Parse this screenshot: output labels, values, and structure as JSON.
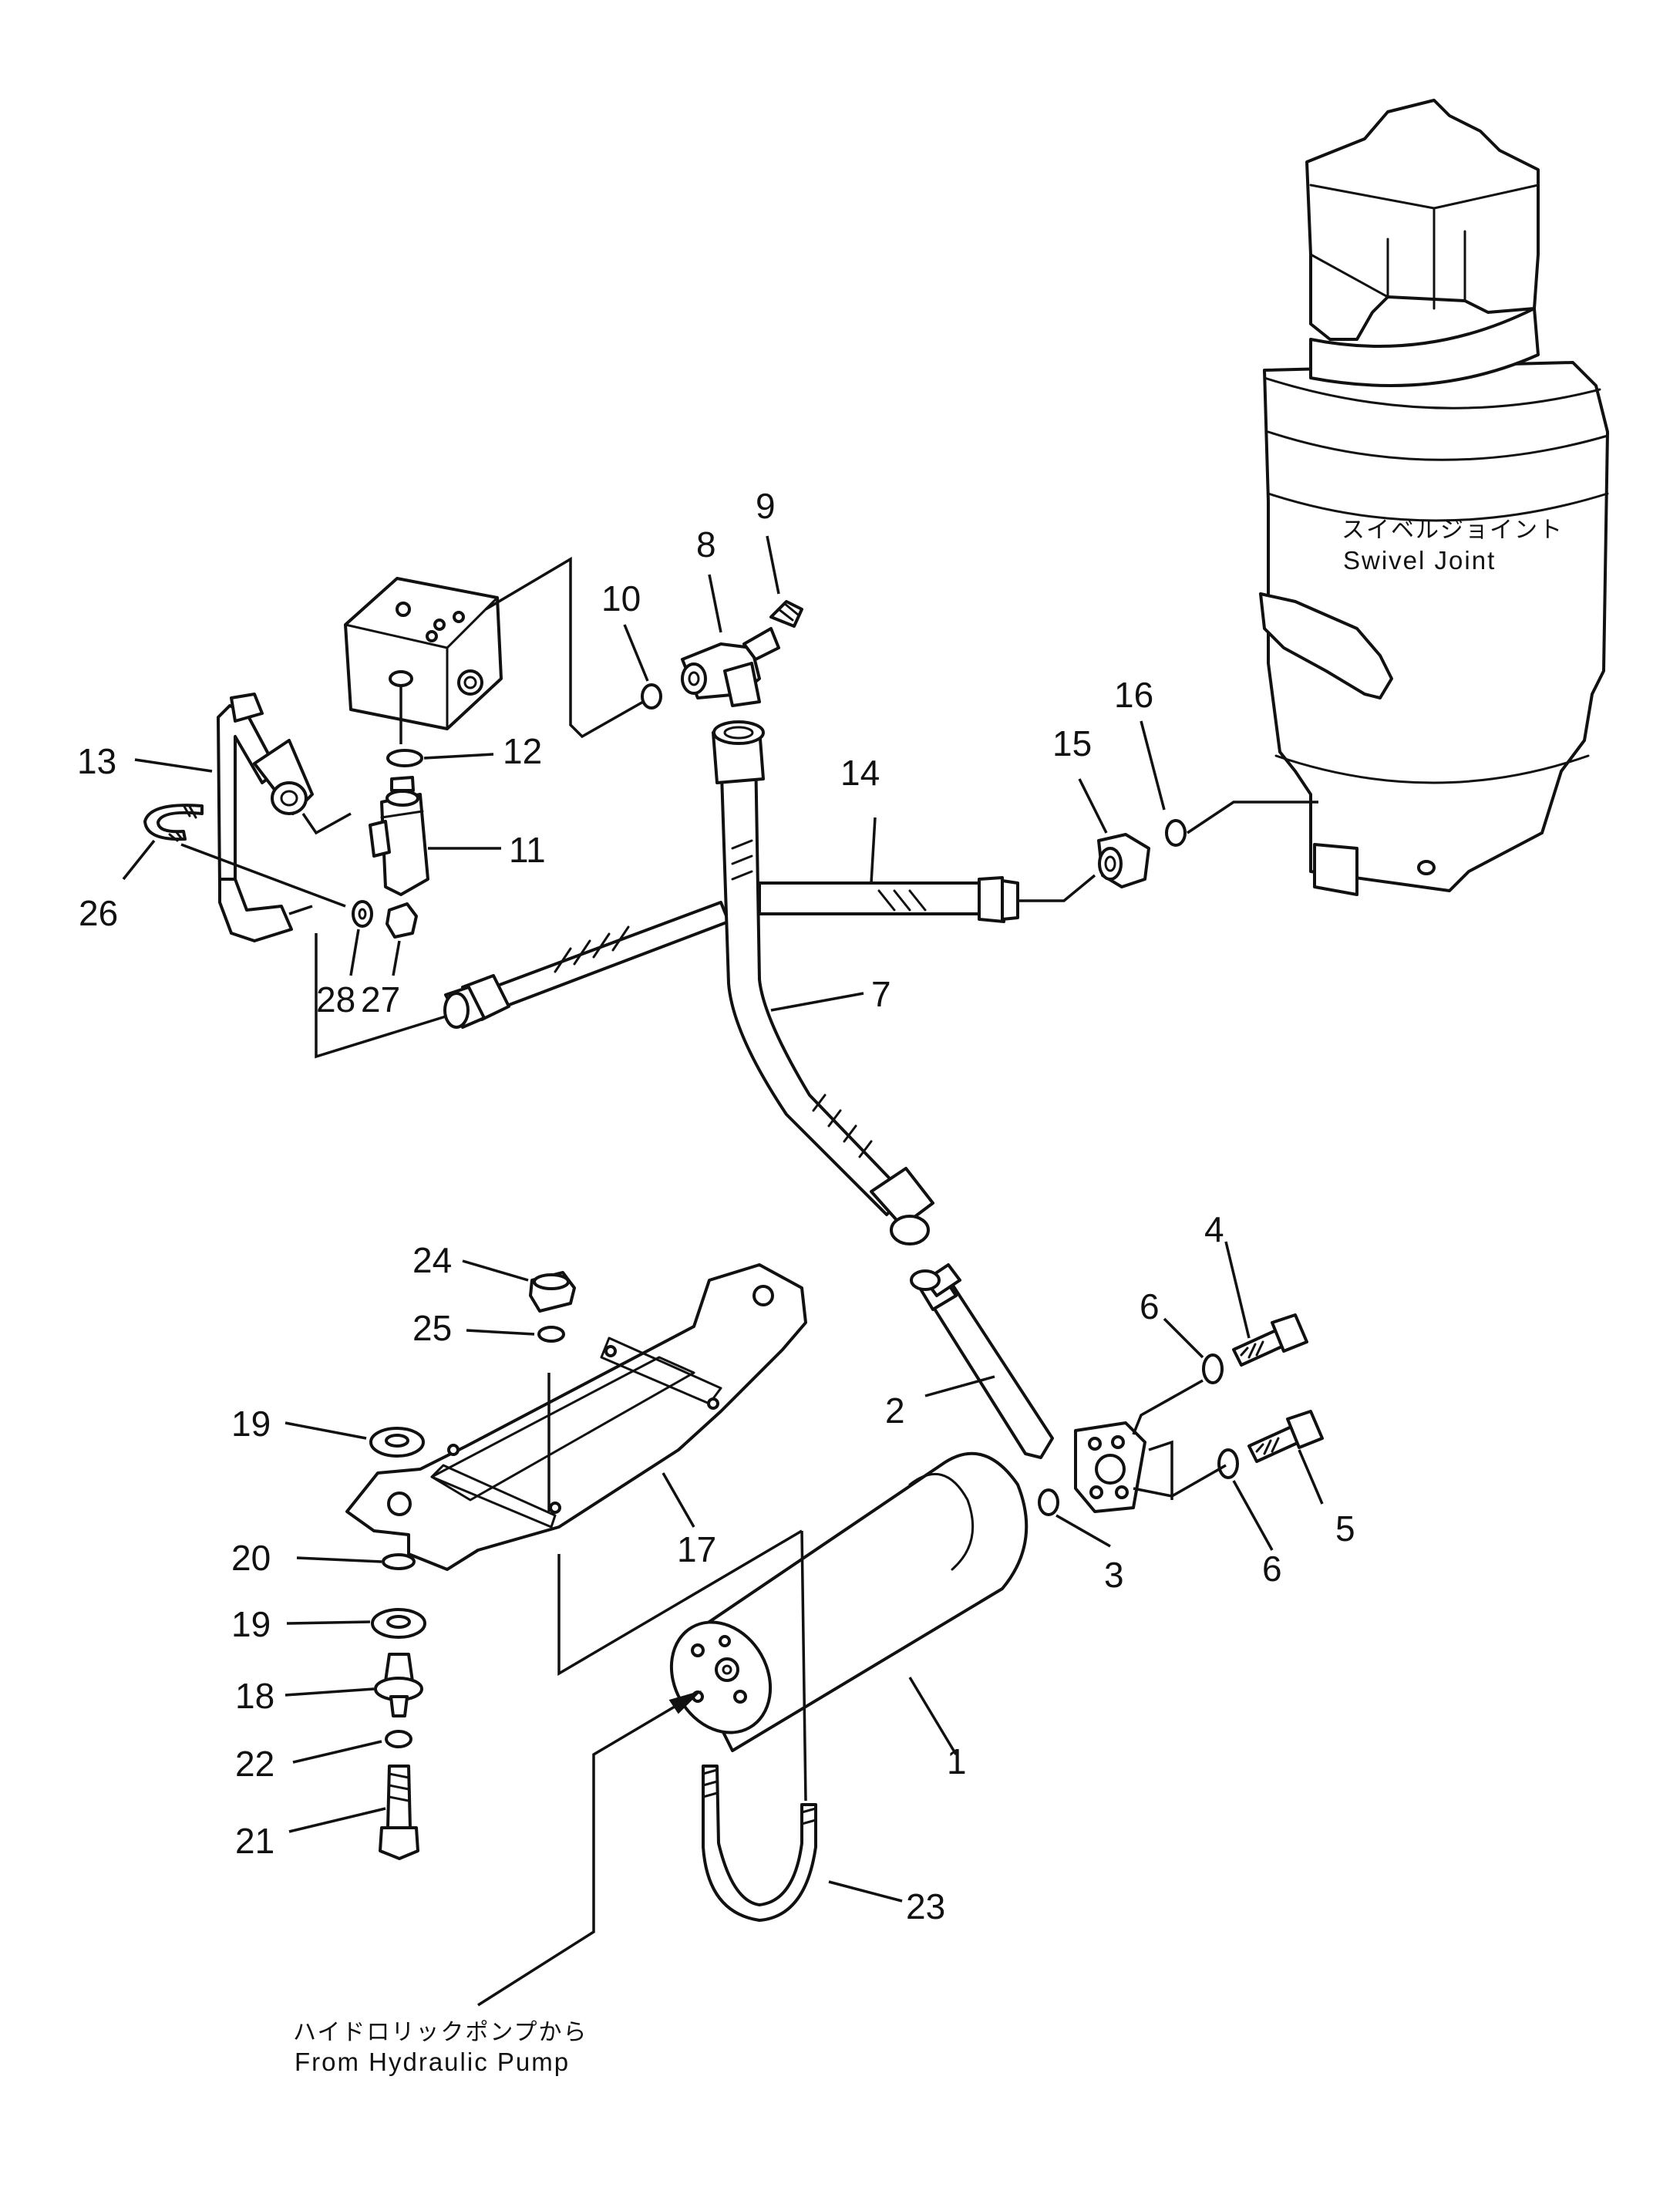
{
  "callouts": {
    "c1": "1",
    "c2": "2",
    "c3": "3",
    "c4": "4",
    "c5": "5",
    "c6a": "6",
    "c6b": "6",
    "c7": "7",
    "c8": "8",
    "c9": "9",
    "c10": "10",
    "c11": "11",
    "c12": "12",
    "c13": "13",
    "c14": "14",
    "c15": "15",
    "c16": "16",
    "c17": "17",
    "c18": "18",
    "c19a": "19",
    "c19b": "19",
    "c20": "20",
    "c21": "21",
    "c22": "22",
    "c23": "23",
    "c24": "24",
    "c25": "25",
    "c26": "26",
    "c27": "27",
    "c28": "28"
  },
  "swivel_joint": {
    "label_jp": "スイベルジョイント",
    "label_en": "Swivel Joint"
  },
  "pump_source": {
    "label_jp": "ハイドロリックポンプから",
    "label_en": "From Hydraulic Pump"
  }
}
